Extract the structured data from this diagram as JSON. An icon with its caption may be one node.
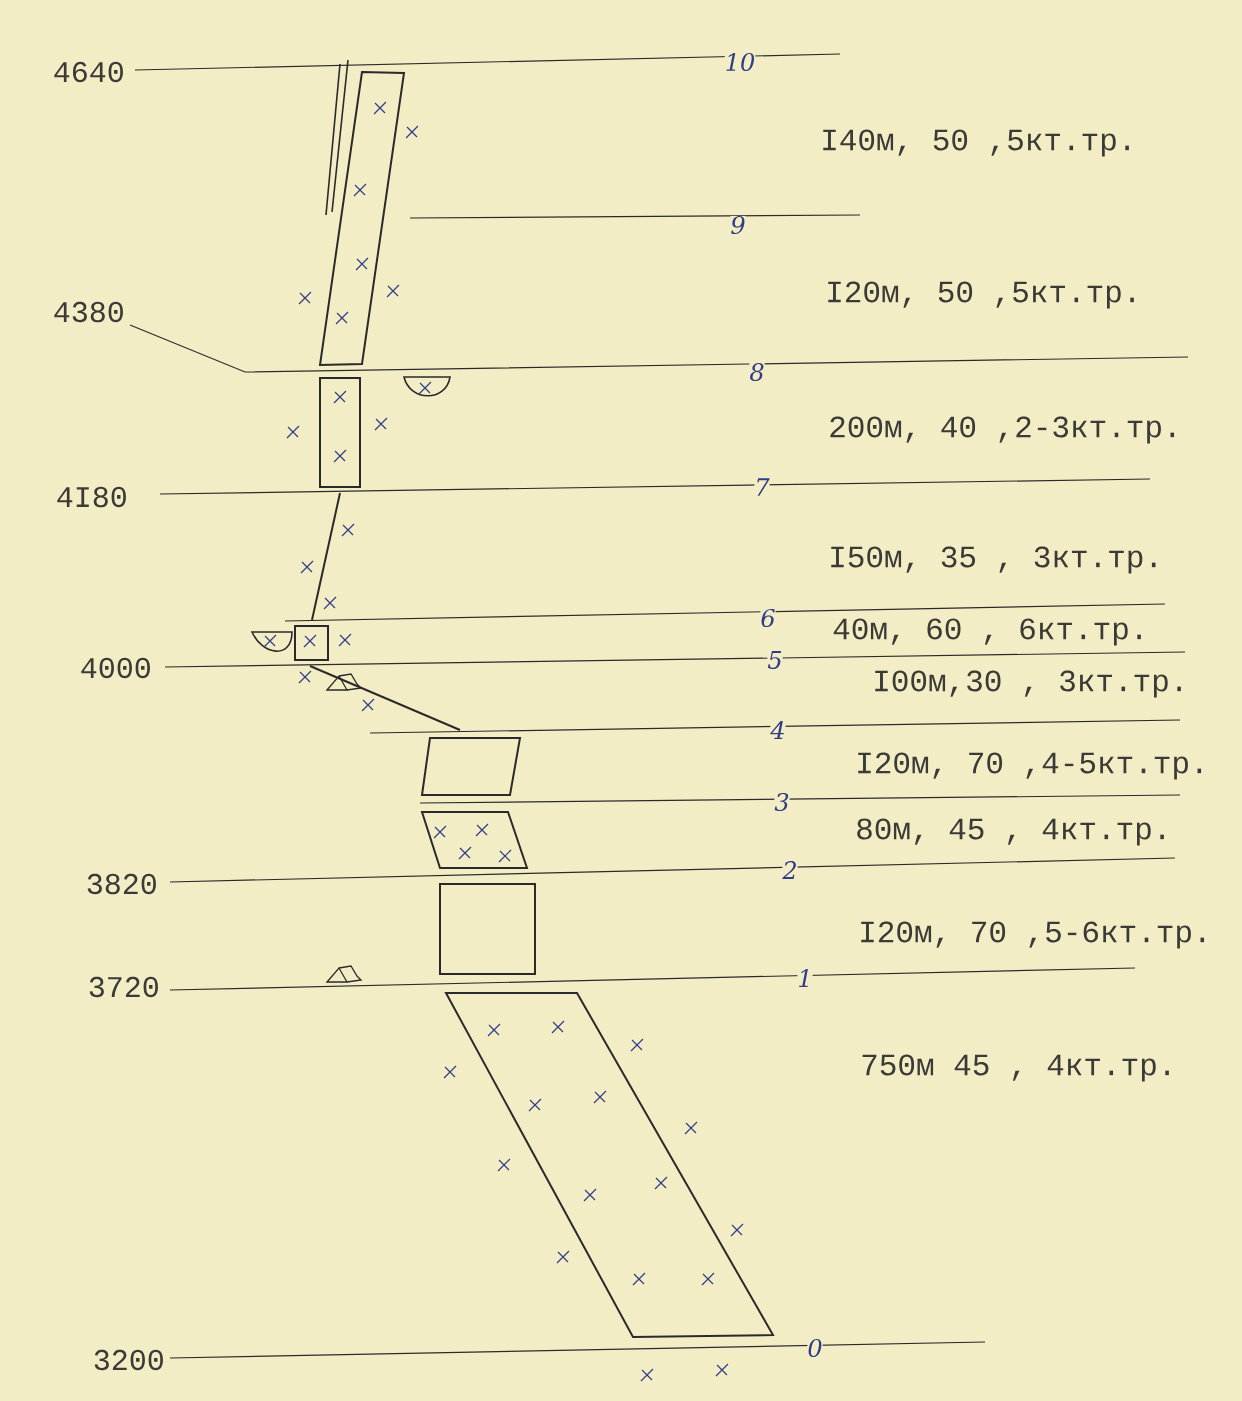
{
  "diagram": {
    "labels": [
      "4640",
      "10",
      "I40м, 50 ,5кт.тр.",
      "9",
      "4380",
      "I20м, 50 ,5кт.тр.",
      "8",
      "200м, 40 ,2-3кт.тр.",
      "4I80",
      "7",
      "I50м, 35 , 3кт.тр.",
      "6",
      "40м, 60 , 6кт.тр.",
      "4000",
      "5",
      "I00м,30 , 3кт.тр.",
      "4",
      "I20м, 70 ,4-5кт.тр.",
      "3",
      "80м, 45 , 4кт.тр.",
      "3820",
      "2",
      "I20м, 70 ,5-6кт.тр.",
      "3720",
      "1",
      "750м 45 , 4кт.тр.",
      "3200",
      "0"
    ]
  }
}
